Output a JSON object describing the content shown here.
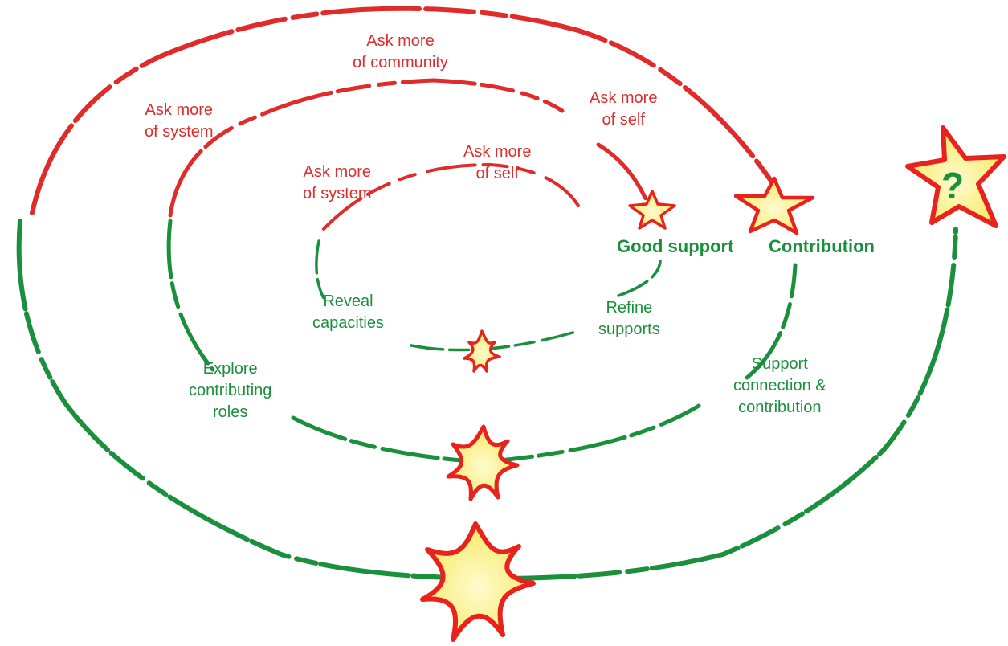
{
  "colors": {
    "ask": "#e02b2b",
    "support": "#1a8f3c",
    "star_fill": "#f7f08c",
    "star_fill_center": "#fffbd0",
    "star_stroke": "#e8231e"
  },
  "labels": {
    "outer_community": "Ask more\nof community",
    "outer_system": "Ask more\nof system",
    "outer_self": "Ask more\nof self",
    "inner_system": "Ask more\nof system",
    "inner_self": "Ask more\nof self",
    "good_support": "Good support",
    "contribution": "Contribution",
    "reveal": "Reveal\ncapacities",
    "refine": "Refine\nsupports",
    "explore": "Explore\ncontributing\nroles",
    "support_connection": "Support\nconnection &\ncontribution"
  },
  "question_mark": "?",
  "icons": [
    "flame-star-icon",
    "star-icon",
    "question-star-icon"
  ]
}
